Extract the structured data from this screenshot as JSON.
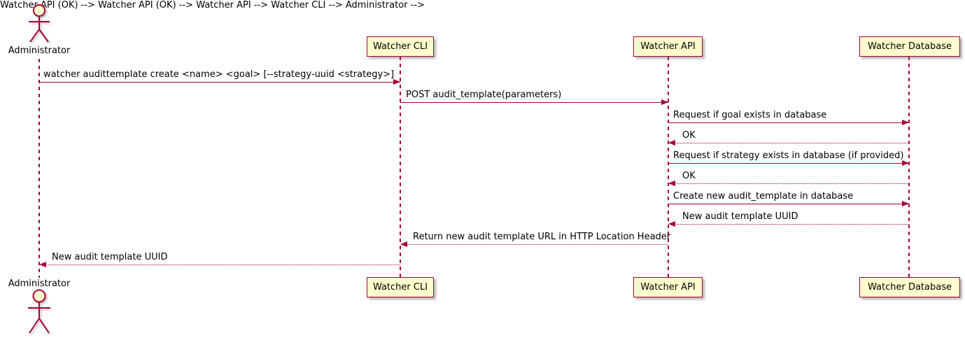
{
  "diagram": {
    "type": "sequence-diagram",
    "colors": {
      "participant_fill": "#FEFECE",
      "line_and_border": "#A80036",
      "text": "#000000",
      "background": "#FFFFFF"
    },
    "participants": [
      {
        "id": "administrator",
        "label": "Administrator",
        "kind": "actor"
      },
      {
        "id": "watcher-cli",
        "label": "Watcher CLI",
        "kind": "participant"
      },
      {
        "id": "watcher-api",
        "label": "Watcher API",
        "kind": "participant"
      },
      {
        "id": "watcher-database",
        "label": "Watcher Database",
        "kind": "participant"
      }
    ],
    "messages": [
      {
        "from": "administrator",
        "to": "watcher-cli",
        "style": "solid",
        "text": "watcher audittemplate create <name> <goal> [--strategy-uuid <strategy>]"
      },
      {
        "from": "watcher-cli",
        "to": "watcher-api",
        "style": "solid",
        "text": "POST audit_template(parameters)"
      },
      {
        "from": "watcher-api",
        "to": "watcher-database",
        "style": "solid",
        "text": "Request if goal exists in database"
      },
      {
        "from": "watcher-database",
        "to": "watcher-api",
        "style": "dotted",
        "text": "OK"
      },
      {
        "from": "watcher-api",
        "to": "watcher-database",
        "style": "solid",
        "text": "Request if strategy exists in database (if provided)"
      },
      {
        "from": "watcher-database",
        "to": "watcher-api",
        "style": "dotted",
        "text": "OK"
      },
      {
        "from": "watcher-api",
        "to": "watcher-database",
        "style": "solid",
        "text": "Create new audit_template in database"
      },
      {
        "from": "watcher-database",
        "to": "watcher-api",
        "style": "dotted",
        "text": "New audit template UUID"
      },
      {
        "from": "watcher-api",
        "to": "watcher-cli",
        "style": "dotted",
        "text": "Return new audit template URL in HTTP Location Header"
      },
      {
        "from": "watcher-cli",
        "to": "administrator",
        "style": "dotted",
        "text": "New audit template UUID"
      }
    ]
  }
}
